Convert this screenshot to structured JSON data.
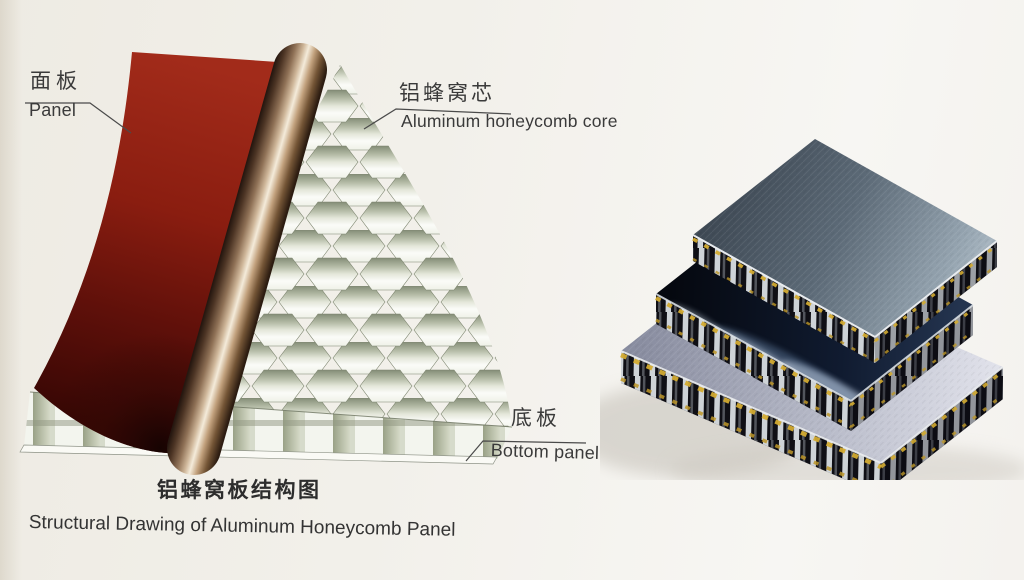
{
  "page": {
    "background": "#f2efe9"
  },
  "diagram": {
    "labels": {
      "panel": {
        "zh": "面板",
        "en": "Panel"
      },
      "core": {
        "zh": "铝蜂窝芯",
        "en": "Aluminum honeycomb core"
      },
      "bottom_panel": {
        "zh": "底板",
        "en": "Bottom panel"
      }
    },
    "caption": {
      "zh": "铝蜂窝板结构图",
      "en": "Structural Drawing of Aluminum Honeycomb Panel"
    },
    "colors": {
      "panel_red": "#8a1d10",
      "roll_bronze_highlight": "#f4ebda",
      "roll_bronze_shadow": "#2c1c11",
      "honeycomb_shade": "#848d77",
      "honeycomb_face": "#fbfcf8",
      "leader_line": "#4a4a4a",
      "label_text": "#3a3a3a"
    }
  },
  "photo": {
    "panels": [
      {
        "name": "top-panel",
        "surface_color": "#5c6a77"
      },
      {
        "name": "middle-panel",
        "surface_color": "#101b30"
      },
      {
        "name": "bottom-panel",
        "surface_color": "#b9bcca"
      }
    ],
    "adhesive_yellow": "#d3ab31",
    "cell_wall": "#dfe4e8",
    "edge_dark": "#0f0f15"
  }
}
